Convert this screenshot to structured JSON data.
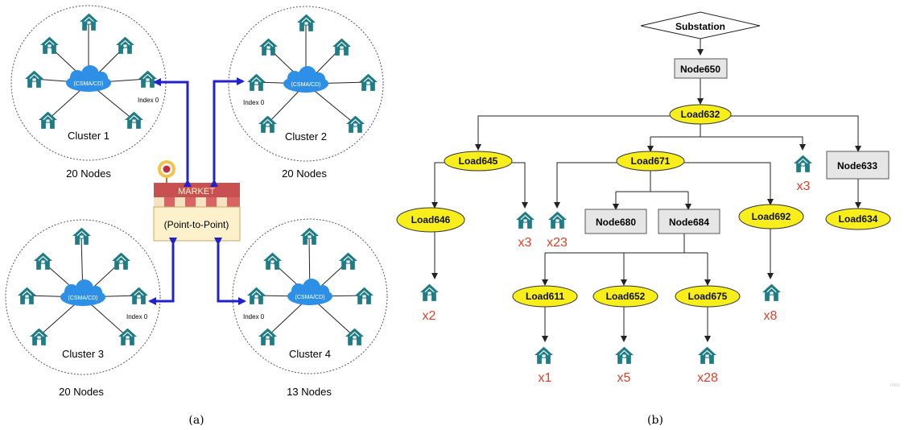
{
  "panel_a": {
    "clusters": [
      {
        "label": "Cluster 1",
        "count": "20 Nodes",
        "index_label": "Index 0",
        "net": "(CSMA/CD)"
      },
      {
        "label": "Cluster 2",
        "count": "20 Nodes",
        "index_label": "Index 0",
        "net": "(CSMA/CD)"
      },
      {
        "label": "Cluster 3",
        "count": "20 Nodes",
        "index_label": "Index 0",
        "net": "(CSMA/CD)"
      },
      {
        "label": "Cluster 4",
        "count": "13 Nodes",
        "index_label": "Index 0",
        "net": "(CSMA/CD)"
      }
    ],
    "market": {
      "title": "MARKET",
      "link": "(Point-to-Point)"
    },
    "caption": "(a)"
  },
  "panel_b": {
    "substation": "Substation",
    "nodes": {
      "node650": "Node650",
      "load632": "Load632",
      "load645": "Load645",
      "load671": "Load671",
      "node633": "Node633",
      "load646": "Load646",
      "node680": "Node680",
      "node684": "Node684",
      "load692": "Load692",
      "load634": "Load634",
      "load611": "Load611",
      "load652": "Load652",
      "load675": "Load675"
    },
    "multipliers": {
      "m632": "x3",
      "m645": "x3",
      "m671": "x23",
      "m646": "x2",
      "m692": "x8",
      "m611": "x1",
      "m652": "x5",
      "m675": "x28"
    },
    "watermark": "miro",
    "caption": "(b)"
  },
  "colors": {
    "house": "#1e7c86",
    "cloud": "#2d8fe6",
    "arrow": "#2222cc",
    "load_fill": "#f7ee1b",
    "node_fill": "#e6e6e6",
    "multiplier": "#e0402a",
    "market_red": "#c85050",
    "market_cream": "#fdf1cc"
  }
}
